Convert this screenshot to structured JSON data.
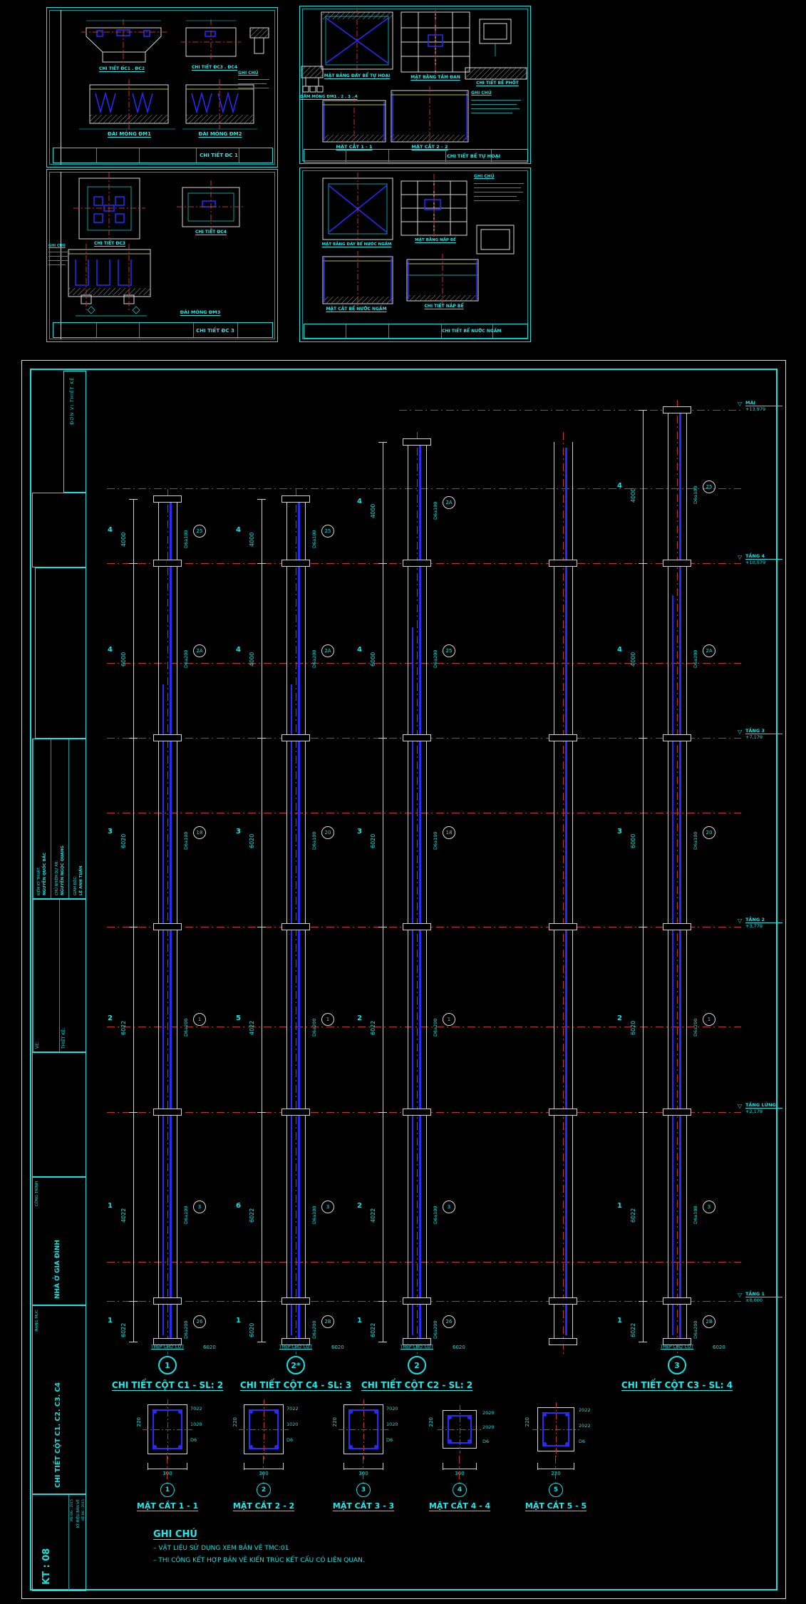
{
  "palette": {
    "bg": "#000000",
    "cyan": "#0FE3E3",
    "white": "#D8D8D8",
    "blue": "#2A2AFF",
    "red": "#BF3528",
    "yellow": "#B9B93A"
  },
  "top_sheets": {
    "sheet_a": {
      "plan_labels": [
        "CHI TIẾT ĐC1 . ĐC2",
        "CHI TIẾT ĐC3 . ĐC4"
      ],
      "section_labels": [
        "ĐÀI MÓNG ĐM1",
        "ĐÀI MÓNG ĐM2"
      ],
      "notes_title": "GHI CHÚ",
      "footer_title": "CHI TIẾT ĐC 1"
    },
    "sheet_b": {
      "plan_labels": [
        "MẶT BẰNG ĐÁY BỂ TỰ HOẠI",
        "MẶT BẰNG TẤM ĐAN"
      ],
      "beam_label": "DẦM MÓNG ĐM1 . 2 . 3 . 4",
      "detail_label": "CHI TIẾT BỂ PHỐT",
      "section_labels": [
        "MẶT CẮT 1 - 1",
        "MẶT CẮT 2 - 2"
      ],
      "notes_title": "GHI CHÚ",
      "footer_title": "CHI TIẾT BỂ TỰ HOẠI"
    },
    "sheet_c": {
      "plan_labels": [
        "CHI TIẾT ĐC3",
        "CHI TIẾT ĐC4"
      ],
      "section_labels": [
        "ĐÀI MÓNG ĐM3"
      ],
      "notes_title": "GHI CHÚ",
      "footer_title": "CHI TIẾT ĐC 3"
    },
    "sheet_d": {
      "plan_labels": [
        "MẶT BẰNG ĐÁY BỂ NƯỚC NGẦM",
        "MẶT BẰNG NẮP BỂ"
      ],
      "section_labels": [
        "MẶT CẮT BỂ NƯỚC NGẦM",
        "CHI TIẾT NẮP BỂ"
      ],
      "notes_title": "GHI CHÚ",
      "footer_title": "CHI TIẾT BỂ NƯỚC NGẦM"
    }
  },
  "title_block": {
    "unit_label": "ĐƠN VỊ THIẾT KẾ",
    "staff": [
      {
        "role": "GIÁM ĐỐC:",
        "name": "LÊ ANH TUẤN"
      },
      {
        "role": "CHỦ NHIỆM DỰ ÁN:",
        "name": "NGUYỄN NGỌC QUANG"
      },
      {
        "role": "KIỂM KỸ THUẬT:",
        "name": "NGUYỄN QUỐC BẮC"
      }
    ],
    "thiet_ke_label": "THIẾT KẾ:",
    "ve_label": "VẼ:",
    "cong_trinh_label": "CÔNG TRÌNH",
    "project_name": "NHÀ Ở GIA ĐÌNH",
    "hang_muc_label": "HẠNG MỤC",
    "sheet_name": "CHI TIẾT CỘT C1. C2. C3. C4",
    "ky_hieu_label": "KÝ HIỆU BẢN VẼ",
    "ms_text": "MS-ĐG : 2015",
    "he_text": "HỆ ĐK - 2015",
    "sheet_no": "KT : 08"
  },
  "big_sheet": {
    "column_details": [
      {
        "grid": "1",
        "title": "CHI TIẾT CỘT C1 - SL: 2",
        "bottom_note": "THÉP CHỜ CỘT",
        "bottom_dim": "6020",
        "segments": [
          {
            "dim": "4000",
            "stirrup": "D6a100",
            "tag": "25",
            "count": "4"
          },
          {
            "dim": "6000",
            "stirrup": "D6a200",
            "tag": "2A",
            "count": "4"
          },
          {
            "dim": "6020",
            "stirrup": "D6a100",
            "tag": "18",
            "count": "3"
          },
          {
            "dim": "6022",
            "stirrup": "D6a200",
            "tag": "1",
            "count": "2"
          },
          {
            "dim": "4022",
            "stirrup": "D6a100",
            "tag": "3",
            "count": "1"
          },
          {
            "dim": "6022",
            "stirrup": "D6a200",
            "tag": "26",
            "count": "1"
          }
        ]
      },
      {
        "grid": "2*",
        "title": "CHI TIẾT CỘT C4 - SL: 3",
        "bottom_note": "THÉP CHỜ CỘT",
        "bottom_dim": "6020",
        "segments": [
          {
            "dim": "4000",
            "stirrup": "D6a100",
            "tag": "25",
            "count": "4"
          },
          {
            "dim": "4000",
            "stirrup": "D6a200",
            "tag": "2A",
            "count": "4"
          },
          {
            "dim": "6020",
            "stirrup": "D6a100",
            "tag": "20",
            "count": "3"
          },
          {
            "dim": "4022",
            "stirrup": "D6a200",
            "tag": "1",
            "count": "5"
          },
          {
            "dim": "6022",
            "stirrup": "D6a100",
            "tag": "3",
            "count": "6"
          },
          {
            "dim": "6020",
            "stirrup": "D6a200",
            "tag": "2B",
            "count": "1"
          }
        ]
      },
      {
        "grid": "2",
        "title": "CHI TIẾT CỘT C2 - SL: 2",
        "bottom_note": "THÉP CHỜ CỘT",
        "bottom_dim": "6020",
        "segments": [
          {
            "dim": "4000",
            "stirrup": "D6a100",
            "tag": "2A",
            "count": "4"
          },
          {
            "dim": "6000",
            "stirrup": "D6a200",
            "tag": "25",
            "count": "4"
          },
          {
            "dim": "6020",
            "stirrup": "D6a100",
            "tag": "18",
            "count": "3"
          },
          {
            "dim": "6022",
            "stirrup": "D6a200",
            "tag": "1",
            "count": "2"
          },
          {
            "dim": "4022",
            "stirrup": "D6a100",
            "tag": "3",
            "count": "2"
          },
          {
            "dim": "6022",
            "stirrup": "D6a200",
            "tag": "26",
            "count": "1"
          }
        ]
      },
      {
        "grid": "3",
        "title": "CHI TIẾT CỘT C3 - SL: 4",
        "bottom_note": "THÉP CHỜ CỘT",
        "bottom_dim": "6020",
        "segments": [
          {
            "dim": "4000",
            "stirrup": "D6a100",
            "tag": "25",
            "count": "4"
          },
          {
            "dim": "4000",
            "stirrup": "D6a200",
            "tag": "2A",
            "count": "4"
          },
          {
            "dim": "6000",
            "stirrup": "D6a100",
            "tag": "20",
            "count": "3"
          },
          {
            "dim": "6020",
            "stirrup": "D6a200",
            "tag": "1",
            "count": "2"
          },
          {
            "dim": "6022",
            "stirrup": "D6a100",
            "tag": "3",
            "count": "1"
          },
          {
            "dim": "6022",
            "stirrup": "D6a200",
            "tag": "2B",
            "count": "1"
          }
        ]
      }
    ],
    "levels": [
      {
        "label": "MÁI",
        "elev": "+13,979"
      },
      {
        "label": "TẦNG 4",
        "elev": "+10,579"
      },
      {
        "label": "TẦNG 3",
        "elev": "+7,179"
      },
      {
        "label": "TẦNG 2",
        "elev": "+3,779"
      },
      {
        "label": "TẦNG LỬNG",
        "elev": "+2,179"
      },
      {
        "label": "TẦNG 1",
        "elev": "±0,000"
      }
    ],
    "sections": [
      {
        "num": "1",
        "width_dim": "300",
        "side_dim": "220",
        "tags": [
          "7022",
          "1020",
          "D6"
        ],
        "title": "MẶT CẮT 1 - 1"
      },
      {
        "num": "2",
        "width_dim": "300",
        "side_dim": "220",
        "tags": [
          "7022",
          "1020",
          "D6"
        ],
        "title": "MẶT CẮT 2 - 2"
      },
      {
        "num": "3",
        "width_dim": "300",
        "side_dim": "220",
        "tags": [
          "7020",
          "1020",
          "D6"
        ],
        "title": "MẶT CẮT 3 - 3"
      },
      {
        "num": "4",
        "width_dim": "300",
        "side_dim": "220",
        "tags": [
          "2020",
          "2020",
          "D6"
        ],
        "title": "MẶT CẮT 4 - 4"
      },
      {
        "num": "5",
        "width_dim": "220",
        "side_dim": "220",
        "tags": [
          "2022",
          "2022",
          "D6"
        ],
        "title": "MẶT CẮT 5 - 5"
      }
    ],
    "ghi_chu": {
      "title": "GHI CHÚ",
      "notes": [
        "– VẬT LIỆU SỬ DỤNG XEM BẢN VẼ TMC:01",
        "– THI CÔNG KẾT HỢP BẢN VẼ KIẾN TRÚC KẾT CẤU CÓ LIÊN QUAN."
      ]
    }
  }
}
